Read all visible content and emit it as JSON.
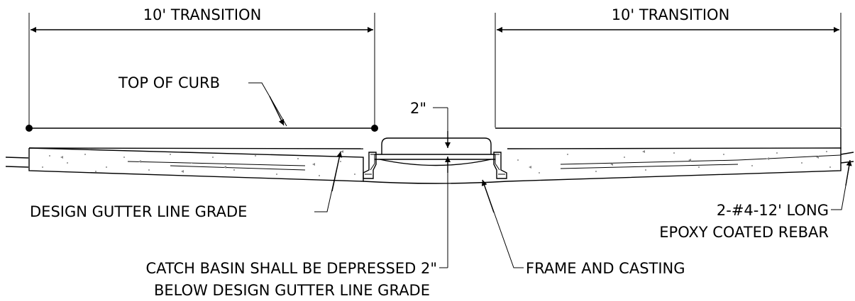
{
  "labels": {
    "transition_left": "10' TRANSITION",
    "transition_right": "10' TRANSITION",
    "top_of_curb": "TOP OF CURB",
    "depression": "2\"",
    "design_gutter": "DESIGN GUTTER LINE GRADE",
    "rebar_line1": "2-#4-12' LONG",
    "rebar_line2": "EPOXY COATED REBAR",
    "catch_basin_line1": "CATCH BASIN SHALL BE DEPRESSED 2\"",
    "catch_basin_line2": "BELOW DESIGN GUTTER LINE GRADE",
    "frame_casting": "FRAME AND CASTING"
  }
}
